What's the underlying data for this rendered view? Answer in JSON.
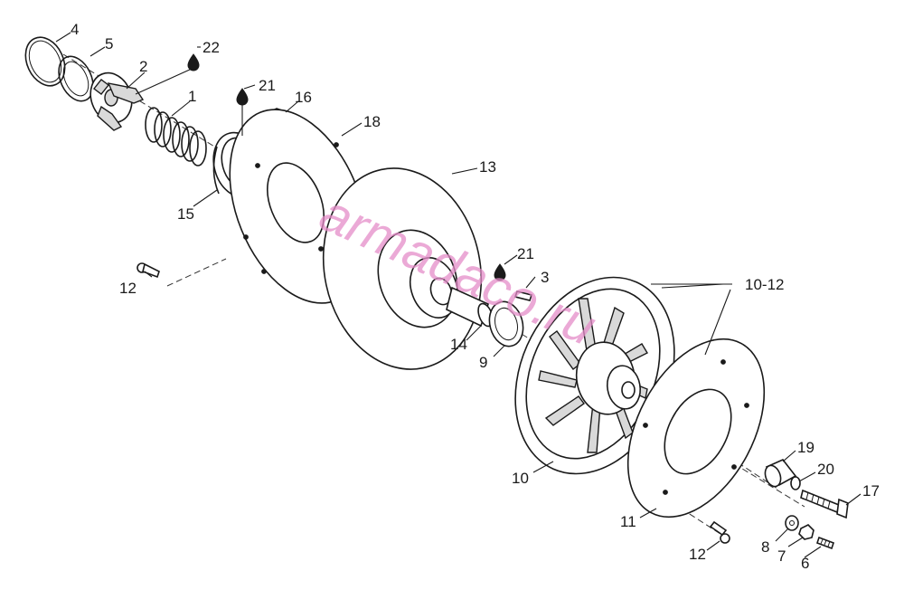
{
  "watermark": "armadaco.ru",
  "callouts": {
    "c1": "1",
    "c2": "2",
    "c3": "3",
    "c4": "4",
    "c5": "5",
    "c6": "6",
    "c7": "7",
    "c8": "8",
    "c9": "9",
    "c10": "10",
    "c10_12": "10-12",
    "c11": "11",
    "c12a": "12",
    "c12b": "12",
    "c13": "13",
    "c14": "14",
    "c15": "15",
    "c16": "16",
    "c17": "17",
    "c18": "18",
    "c19": "19",
    "c20": "20",
    "c21a": "21",
    "c21b": "21",
    "c22": "22"
  }
}
